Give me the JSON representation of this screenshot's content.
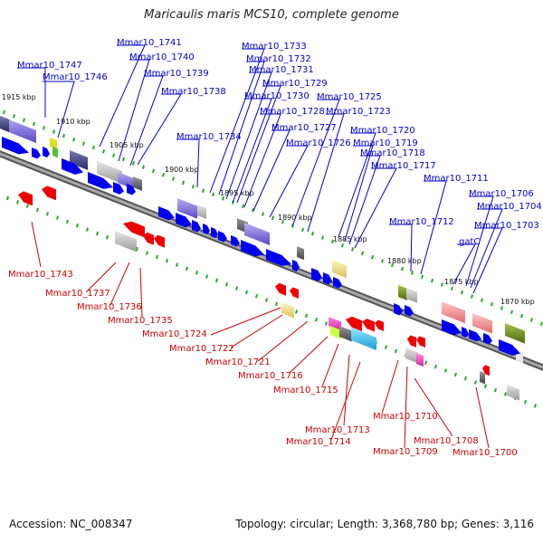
{
  "title": "Maricaulis maris MCS10, complete genome",
  "footer": {
    "accession": "Accession: NC_008347",
    "summary": "Topology: circular; Length: 3,368,780 bp; Genes: 3,116"
  },
  "colors": {
    "forward_gene": "#0000ee",
    "reverse_gene": "#ee0000",
    "top_label": "#0000cc",
    "bottom_label": "#cc0000",
    "backbone": "#7a7a7a",
    "tick": "#22aa22"
  },
  "scale_marks": [
    "1915 kbp",
    "1910 kbp",
    "1905 kbp",
    "1900 kbp",
    "1895 kbp",
    "1890 kbp",
    "1885 kbp",
    "1880 kbp",
    "1875 kbp",
    "1870 kbp"
  ],
  "top_labels": [
    "Mmar10_1747",
    "Mmar10_1746",
    "Mmar10_1741",
    "Mmar10_1740",
    "Mmar10_1739",
    "Mmar10_1738",
    "Mmar10_1734",
    "Mmar10_1733",
    "Mmar10_1732",
    "Mmar10_1731",
    "Mmar10_1729",
    "Mmar10_1730",
    "Mmar10_1728",
    "Mmar10_1727",
    "Mmar10_1726",
    "Mmar10_1725",
    "Mmar10_1723",
    "Mmar10_1720",
    "Mmar10_1719",
    "Mmar10_1718",
    "Mmar10_1717",
    "Mmar10_1712",
    "Mmar10_1711",
    "Mmar10_1706",
    "Mmar10_1704",
    "Mmar10_1703",
    "gatC"
  ],
  "bottom_labels": [
    "Mmar10_1743",
    "Mmar10_1737",
    "Mmar10_1736",
    "Mmar10_1735",
    "Mmar10_1724",
    "Mmar10_1722",
    "Mmar10_1721",
    "Mmar10_1716",
    "Mmar10_1715",
    "Mmar10_1713",
    "Mmar10_1714",
    "Mmar10_1710",
    "Mmar10_1709",
    "Mmar10_1708",
    "Mmar10_1700"
  ]
}
